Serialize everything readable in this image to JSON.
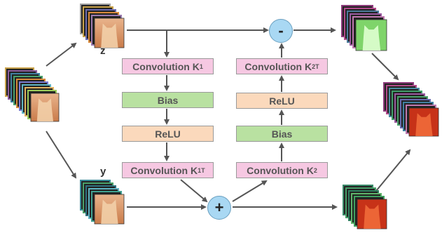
{
  "left_column": [
    {
      "main": "Convolution K",
      "sub": "1",
      "sup": "",
      "kind": "conv"
    },
    {
      "main": "Bias",
      "sub": "",
      "sup": "",
      "kind": "bias"
    },
    {
      "main": "ReLU",
      "sub": "",
      "sup": "",
      "kind": "relu"
    },
    {
      "main": "Convolution K",
      "sub": "1",
      "sup": "T",
      "kind": "conv"
    }
  ],
  "right_column": [
    {
      "main": "Convolution K",
      "sub": "2",
      "sup": "T",
      "kind": "conv"
    },
    {
      "main": "ReLU",
      "sub": "",
      "sup": "",
      "kind": "relu"
    },
    {
      "main": "Bias",
      "sub": "",
      "sup": "",
      "kind": "bias"
    },
    {
      "main": "Convolution K",
      "sub": "2",
      "sup": "",
      "kind": "conv"
    }
  ],
  "labels": {
    "z": "z",
    "y": "y"
  },
  "operators": {
    "minus": "-",
    "plus": "+"
  },
  "colors": {
    "conv": "#f6c8e2",
    "bias": "#b9e1a1",
    "relu": "#fbd9bc",
    "operator": "#a9d8f3",
    "arrow": "#555555"
  },
  "image_stacks": [
    {
      "id": "input",
      "count": 10,
      "palette": [
        "#c9a24a",
        "#8a5a9a",
        "#3f7f9f",
        "#4aa06a",
        "#d98a3a",
        "#7a7ad0",
        "#5fb3c3",
        "#e0b060",
        "#9acb5a",
        "#6a9fd0"
      ],
      "tint": "natural"
    },
    {
      "id": "z",
      "count": 6,
      "palette": [
        "#a0a0a0",
        "#c9a24a",
        "#6a6ab0",
        "#d98a3a",
        "#9a7ab0",
        "#e8c070"
      ],
      "tint": "natural"
    },
    {
      "id": "y",
      "count": 6,
      "palette": [
        "#3a8a9a",
        "#4aa06a",
        "#2f6f7f",
        "#5fb3c3",
        "#3f9f8f",
        "#6ad0c0"
      ],
      "tint": "natural"
    },
    {
      "id": "z-out",
      "count": 6,
      "palette": [
        "#8a3a7a",
        "#b04a8a",
        "#4a7a9a",
        "#9a5aa0",
        "#c07ab0",
        "#7ac090"
      ],
      "tint": "green"
    },
    {
      "id": "output",
      "count": 10,
      "palette": [
        "#8a3a7a",
        "#b04a8a",
        "#4a8aa0",
        "#3f9f6a",
        "#9a5aa0",
        "#4aa06a",
        "#6a6ab0",
        "#3f7f9f",
        "#c07ab0",
        "#d04040"
      ],
      "tint": "red"
    },
    {
      "id": "y-out",
      "count": 6,
      "palette": [
        "#3a8a6a",
        "#4aa06a",
        "#2f7f5f",
        "#5fb36a",
        "#3f9f5f",
        "#6ad080"
      ],
      "tint": "red"
    }
  ]
}
